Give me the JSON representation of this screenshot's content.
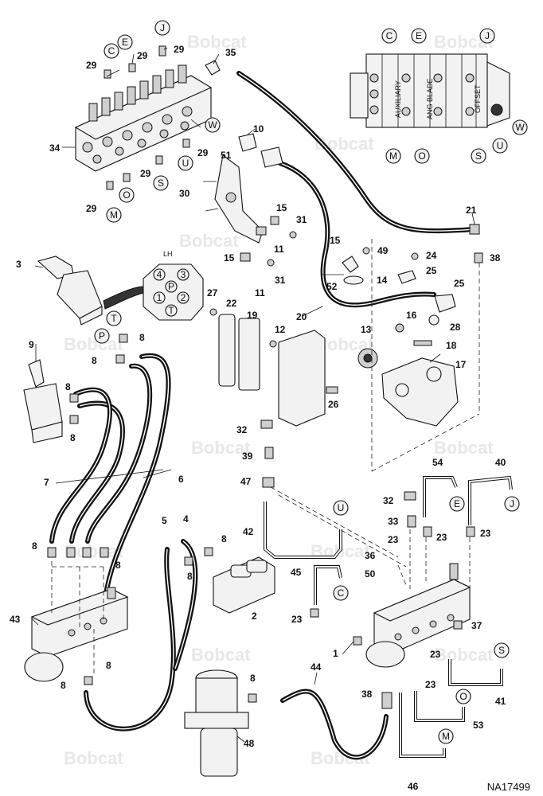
{
  "diagram": {
    "watermark": "Bobcat",
    "drawing_code": "NA17499",
    "view_label": "LH",
    "valve_side_labels": [
      "AUXILIARY",
      "ANG BLADE",
      "OFFSET"
    ],
    "connector_ports": [
      "4",
      "3",
      "P",
      "1",
      "2",
      "T"
    ],
    "callouts": [
      "1",
      "2",
      "3",
      "4",
      "5",
      "6",
      "7",
      "8",
      "9",
      "10",
      "11",
      "12",
      "13",
      "14",
      "15",
      "16",
      "17",
      "18",
      "19",
      "20",
      "21",
      "22",
      "23",
      "24",
      "25",
      "26",
      "27",
      "28",
      "29",
      "30",
      "31",
      "32",
      "33",
      "34",
      "35",
      "36",
      "37",
      "38",
      "39",
      "40",
      "41",
      "42",
      "43",
      "44",
      "45",
      "46",
      "47",
      "48",
      "49",
      "50",
      "51",
      "52",
      "53",
      "54"
    ],
    "port_letters": [
      "C",
      "E",
      "J",
      "M",
      "O",
      "S",
      "U",
      "W",
      "P",
      "T"
    ]
  }
}
